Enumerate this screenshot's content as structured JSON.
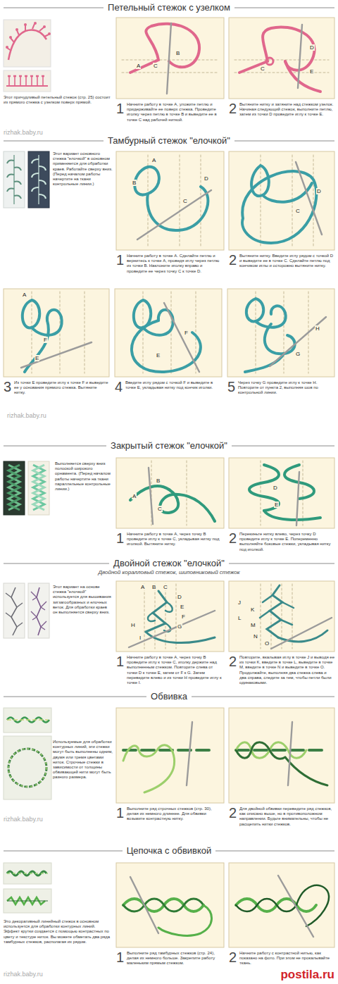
{
  "diagram": {
    "nodes": [
      {
        "text": [
          "1",
          "Начните работу в точке A, уложите петлю и придерживайте ее поверх стежка. Проведите иголку через петлю в точке B и выведите ее в точке C над рабочей ниткой."
        ]
      },
      {
        "text": [
          "2",
          "Вытяните нитку и затяните над стежком узелок. Начиная следующий стежок, выполните петлю, затем из точки D проведите иглу к точке E."
        ]
      },
      {
        "text": [
          "1",
          "Начните работу в точке A. Сделайте петлю и вернитесь к точке A, проведя иглу через петлю из точки B. Наклоните иголку вправо и проведите ее через точку C к точке D."
        ]
      },
      {
        "text": [
          "2",
          "Вытяните нитку. Введите иглу рядом с точкой D и выведите ее в точке C. Сделайте петлю под кончиком иглы и осторожно вытяните нитку."
        ]
      },
      {
        "text": [
          "3",
          "Из точки E проведите иглу к точке F и выведите ее у основания прямого стежка. Вытяните нитку."
        ]
      },
      {
        "text": [
          "4",
          "Введите иглу рядом с точкой F и выведите в точке E, укладывая нитку под кончик иголки."
        ]
      },
      {
        "text": [
          "5",
          "Через точку G проведите иглу к точке H. Повторите от пункта 2, выполняя шов по контрольной линии."
        ]
      },
      {
        "text": [
          "1",
          "Начните работу в точке A, через точку B проведите иглу к точке C, укладывая нитку под иголкой. Вытяните нитку."
        ]
      },
      {
        "text": [
          "2",
          "Перекиньте нитку влево, через точку D проведите иглу к точке E. Попеременно выполняйте боковые стежки, укладывая нитку под иголкой."
        ]
      },
      {
        "text": [
          "1",
          "Начните работу в точке A, через точку B проведите иглу к точке C, иголку держите над выполненным стежком. Повторите слева от точки D к точке E, затем от F к G. Затем переведите влево и из точки H проведите иглу к точке I."
        ]
      },
      {
        "text": [
          "2",
          "Повторите, вкалывая иглу в точке J и выводя ее из точки K, введите в точке L, выведите в точке M, введите в точке N и выведите в точке O. Продолжайте, выполняя два стежка слева и два справа, следите за тем, чтобы петли были одинаковыми."
        ]
      },
      {
        "text": [
          "1",
          "Выполните ряд строчных стежков (стр. 30), делая их немного длиннее. Для обвивки возьмите контрастную нитку."
        ]
      },
      {
        "text": [
          "2",
          "Для двойной обвивки переведите ряд стежков, как описано выше, но в противоположном направлении. Будьте внимательны, чтобы не расщепить нитки стежков."
        ]
      },
      {
        "text": [
          "1",
          "Выполните ряд тамбурных стежков (стр. 24), делая их немного больше. Закрепите работу маленьким прямым стежком."
        ]
      },
      {
        "text": [
          "2",
          "Начните работу с контрастной нитью, как показано на фото. При этом не прокалывайте ткань."
        ]
      }
    ],
    "labels": [
      "Петельный стежок с узелком",
      "Этот причудливый петельный стежок (стр. 25) состоит из прямого стежка с узелком поверх прямой.",
      "rizhak.baby.ru",
      "A",
      "B",
      "C",
      "D",
      "C",
      "E",
      "Тамбурный стежок \"елочкой\"",
      "Этот вариант основного стежка \"елочкой\" в основном применяется для обработки краев. Работайте сверху вниз. (Перед началом работы начертите на ткани контрольные линии.)",
      "A",
      "B",
      "C",
      "D",
      "D",
      "C",
      "A",
      "F",
      "E",
      "F",
      "E",
      "G",
      "H",
      "rizhak.baby.ru",
      "Закрытый стежок \"елочкой\"",
      "Выполняется сверху вниз полоской широкого орнамента. (Перед началом работы начертите на ткани параллельные контрольные линии.)",
      "A",
      "B",
      "C",
      "D",
      "E",
      "Двойной стежок \"елочкой\"",
      "Двойной коралловый стежок, шиповниковый стежок",
      "Этот вариант на основе стежка \"елочкой\" используется для вышивания зигзагообразных и елочных веток. Для обработки краев он выполняется сверху вниз.",
      "A",
      "B",
      "C",
      "D",
      "E",
      "F",
      "G",
      "H",
      "I",
      "J",
      "K",
      "L",
      "M",
      "N",
      "O",
      "Обвивка",
      "Используемые для обработки контурных линий, эти стежки могут быть выполнены одним, двумя или тремя цветами ниток. Строчные стежки в зависимости от толщины обвивающей нити могут быть разного размера.",
      "rizhak.baby.ru",
      "Цепочка с обвивкой",
      "Это декоративный линейный стежок в основном используется для обработки контурных линий. Эффект крутки создается с помощью контрастных по цвету и текстуре ниток. Вы можете обметать два ряда тамбурных стежков, располагая их рядом.",
      "rizhak.baby.ru",
      "postila.ru"
    ]
  }
}
